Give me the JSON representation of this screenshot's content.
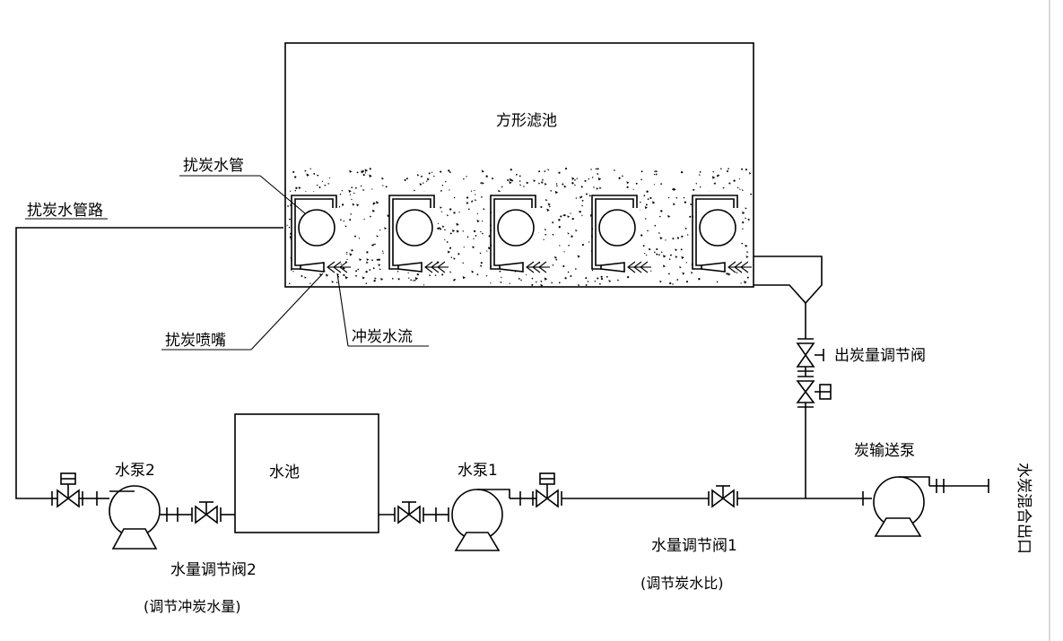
{
  "labels": {
    "filter_pool": "方形滤池",
    "stir_pipe": "扰炭水管",
    "stir_pipe_route": "扰炭水管路",
    "stir_nozzle": "扰炭喷嘴",
    "flush_flow": "冲炭水流",
    "outlet_valve": "出炭量调节阀",
    "carbon_pump": "炭输送泵",
    "outlet": "水炭混合出口",
    "water_pool": "水池",
    "pump1": "水泵1",
    "pump2": "水泵2",
    "valve1": "水量调节阀1",
    "valve1_note": "(调节炭水比)",
    "valve2": "水量调节阀2",
    "valve2_note": "(调节冲炭水量)"
  },
  "colors": {
    "line": "#000000",
    "background": "#ffffff",
    "frame": "#d9d9d9"
  }
}
